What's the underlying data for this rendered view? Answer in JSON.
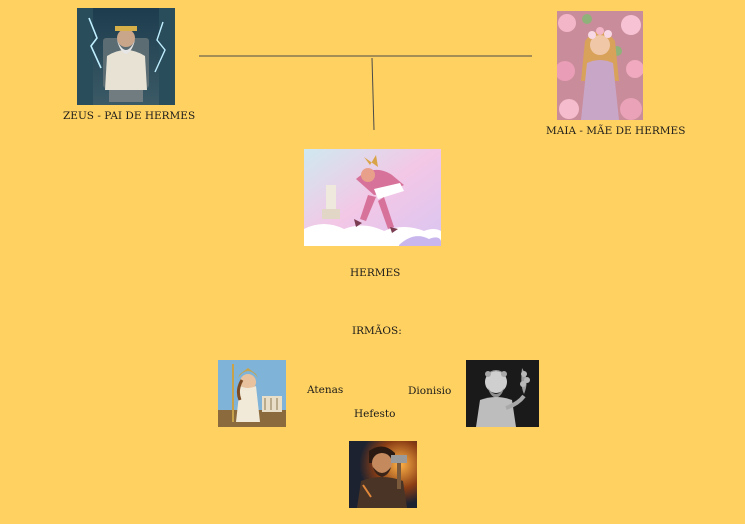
{
  "parents": {
    "father": {
      "label": "ZEUS - PAI DE HERMES",
      "image": "zeus-on-throne-portrait"
    },
    "mother": {
      "label": "MAIA - MÃE DE HERMES",
      "image": "maia-with-flowers-portrait"
    }
  },
  "subject": {
    "label": "HERMES",
    "image": "hermes-flying-portrait"
  },
  "siblings": {
    "heading": "IRMÃOS:",
    "items": [
      {
        "label": "Atenas",
        "image": "athena-portrait"
      },
      {
        "label": "Dionisio",
        "image": "dionysus-statue-portrait"
      },
      {
        "label": "Hefesto",
        "image": "hephaestus-portrait"
      }
    ]
  },
  "colors": {
    "background": "#ffd160",
    "line": "#4a4a4a",
    "text": "#1b1b1b"
  }
}
